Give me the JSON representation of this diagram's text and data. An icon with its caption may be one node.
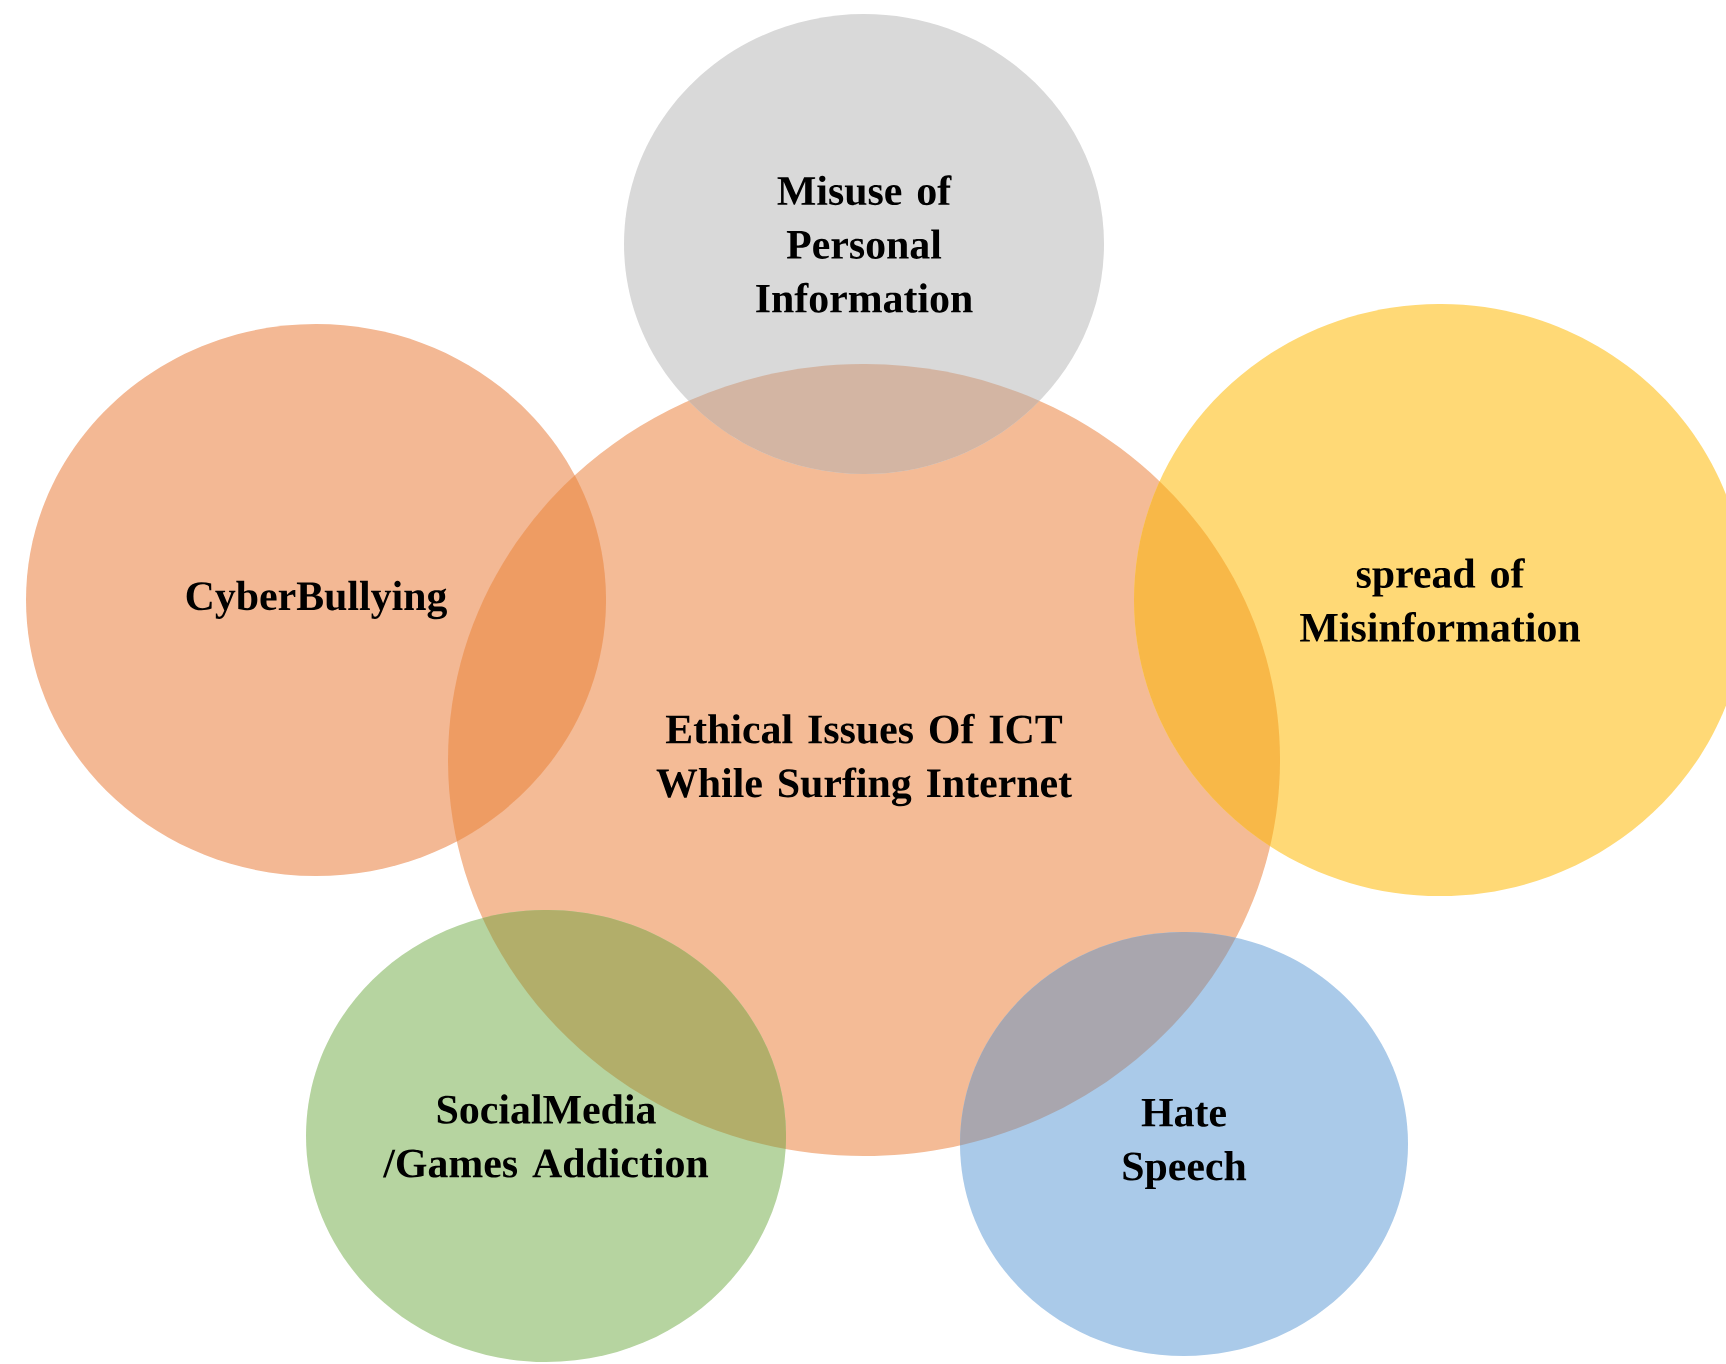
{
  "diagram": {
    "nodes": [
      {
        "text": [
          "Ethical Issues Of ICT While Surfing Internet"
        ]
      },
      {
        "text": [
          "Misuse of Personal Information"
        ]
      },
      {
        "text": [
          "CyberBullying"
        ]
      },
      {
        "text": [
          "spread of Misinformation"
        ]
      },
      {
        "text": [
          "SocialMedia /Games Addiction"
        ]
      },
      {
        "text": [
          "Hate Speech"
        ]
      }
    ]
  }
}
